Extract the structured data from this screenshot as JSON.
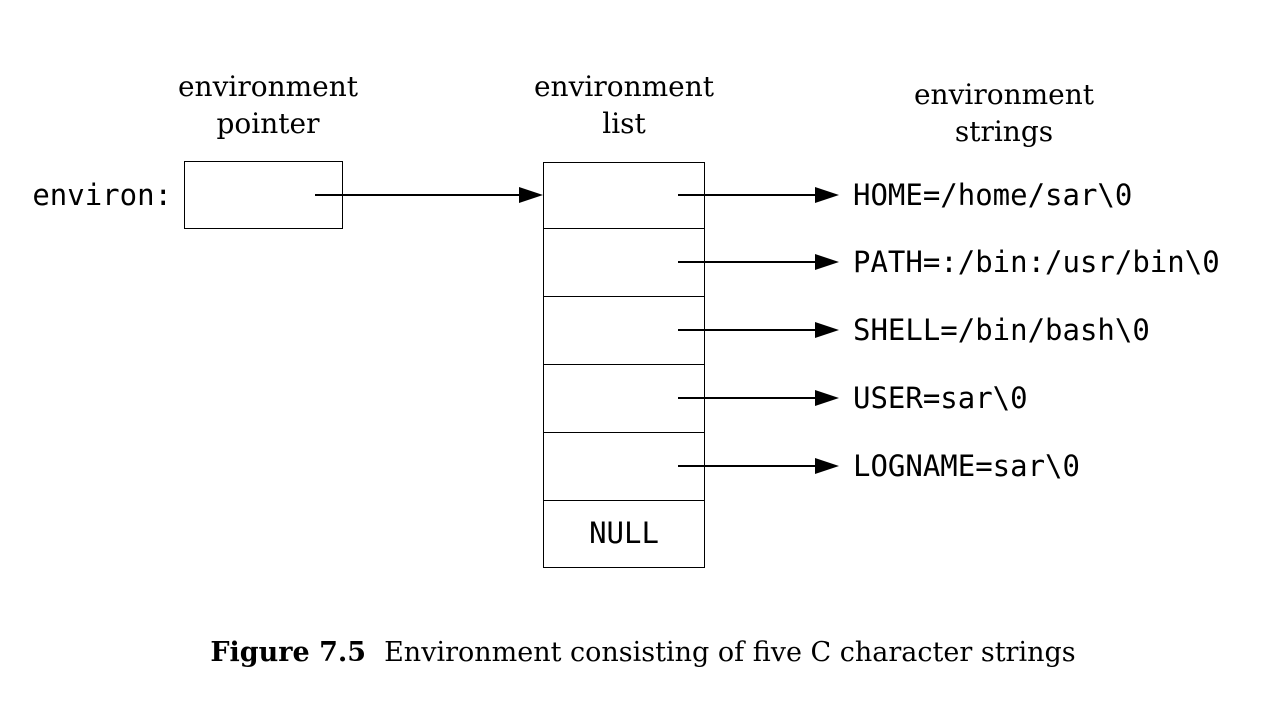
{
  "figure": {
    "columns": {
      "pointer_heading": "environment\npointer",
      "list_heading": "environment\nlist",
      "strings_heading": "environment\nstrings"
    },
    "environ_label": "environ:",
    "null_label": "NULL",
    "env_strings": [
      "HOME=/home/sar\\0",
      "PATH=:/bin:/usr/bin\\0",
      "SHELL=/bin/bash\\0",
      "USER=sar\\0",
      "LOGNAME=sar\\0"
    ],
    "caption": {
      "label": "Figure 7.5",
      "text": "Environment consisting of five C character strings"
    }
  }
}
